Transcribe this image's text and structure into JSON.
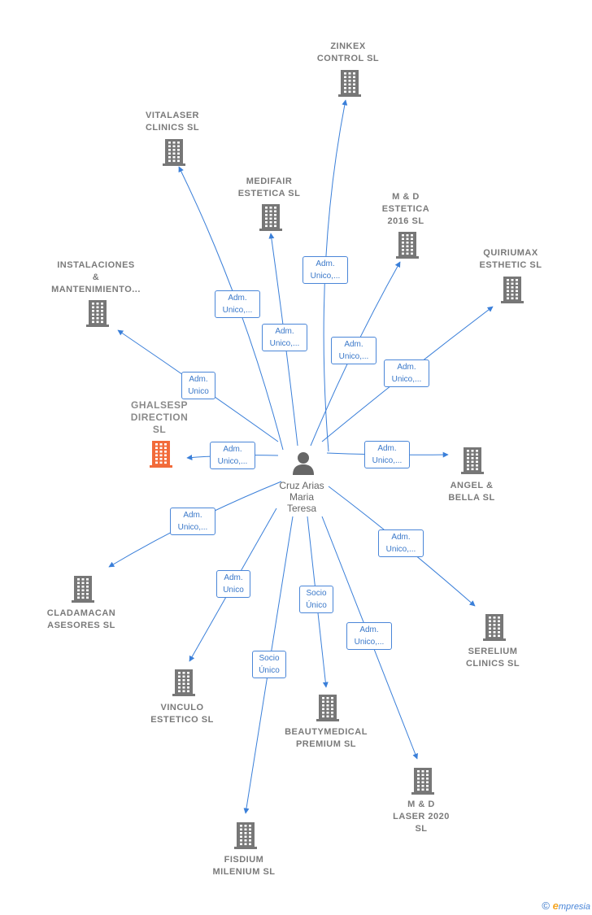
{
  "center": {
    "name": "Cruz Arias\nMaria\nTeresa",
    "icon": "person-icon",
    "color": "#666666"
  },
  "colors": {
    "edge": "#3a7fd9",
    "building": "#777777",
    "building_highlight": "#f26b3a"
  },
  "companies": [
    {
      "id": "zinkex",
      "name": "ZINKEX\nCONTROL  SL",
      "icon": "building-icon",
      "highlight": false
    },
    {
      "id": "vitalaser",
      "name": "VITALASER\nCLINICS  SL",
      "icon": "building-icon",
      "highlight": false
    },
    {
      "id": "medifair",
      "name": "MEDIFAIR\nESTETICA  SL",
      "icon": "building-icon",
      "highlight": false
    },
    {
      "id": "md-estetica",
      "name": "M & D\nESTETICA\n2016  SL",
      "icon": "building-icon",
      "highlight": false
    },
    {
      "id": "quiriumax",
      "name": "QUIRIUMAX\nESTHETIC  SL",
      "icon": "building-icon",
      "highlight": false
    },
    {
      "id": "instalaciones",
      "name": "INSTALACIONES\n&\nMANTENIMIENTO...",
      "icon": "building-icon",
      "highlight": false
    },
    {
      "id": "ghalsesp",
      "name": "GHALSESP\nDIRECTION\nSL",
      "icon": "building-icon",
      "highlight": true
    },
    {
      "id": "angel",
      "name": "ANGEL &\nBELLA  SL",
      "icon": "building-icon",
      "highlight": false
    },
    {
      "id": "cladamacan",
      "name": "CLADAMACAN\nASESORES  SL",
      "icon": "building-icon",
      "highlight": false
    },
    {
      "id": "serelium",
      "name": "SERELIUM\nCLINICS  SL",
      "icon": "building-icon",
      "highlight": false
    },
    {
      "id": "vinculo",
      "name": "VINCULO\nESTETICO  SL",
      "icon": "building-icon",
      "highlight": false
    },
    {
      "id": "beautymedical",
      "name": "BEAUTYMEDICAL\nPREMIUM  SL",
      "icon": "building-icon",
      "highlight": false
    },
    {
      "id": "md-laser",
      "name": "M & D\nLASER 2020\nSL",
      "icon": "building-icon",
      "highlight": false
    },
    {
      "id": "fisdium",
      "name": "FISDIUM\nMILENIUM  SL",
      "icon": "building-icon",
      "highlight": false
    }
  ],
  "edges": [
    {
      "to": "zinkex",
      "label": "Adm.\nUnico,..."
    },
    {
      "to": "vitalaser",
      "label": "Adm.\nUnico,..."
    },
    {
      "to": "medifair",
      "label": "Adm.\nUnico,..."
    },
    {
      "to": "md-estetica",
      "label": "Adm.\nUnico,..."
    },
    {
      "to": "quiriumax",
      "label": "Adm.\nUnico,..."
    },
    {
      "to": "instalaciones",
      "label": "Adm.\nUnico"
    },
    {
      "to": "ghalsesp",
      "label": "Adm.\nUnico,..."
    },
    {
      "to": "angel",
      "label": "Adm.\nUnico,..."
    },
    {
      "to": "cladamacan",
      "label": "Adm.\nUnico,..."
    },
    {
      "to": "serelium",
      "label": "Adm.\nUnico,..."
    },
    {
      "to": "vinculo",
      "label": "Adm.\nUnico"
    },
    {
      "to": "beautymedical",
      "label": "Socio\nÚnico"
    },
    {
      "to": "md-laser",
      "label": "Adm.\nUnico,..."
    },
    {
      "to": "fisdium",
      "label": "Socio\nÚnico"
    }
  ],
  "footer": {
    "copyright": "©",
    "brand_initial": "e",
    "brand_rest": "mpresia"
  }
}
